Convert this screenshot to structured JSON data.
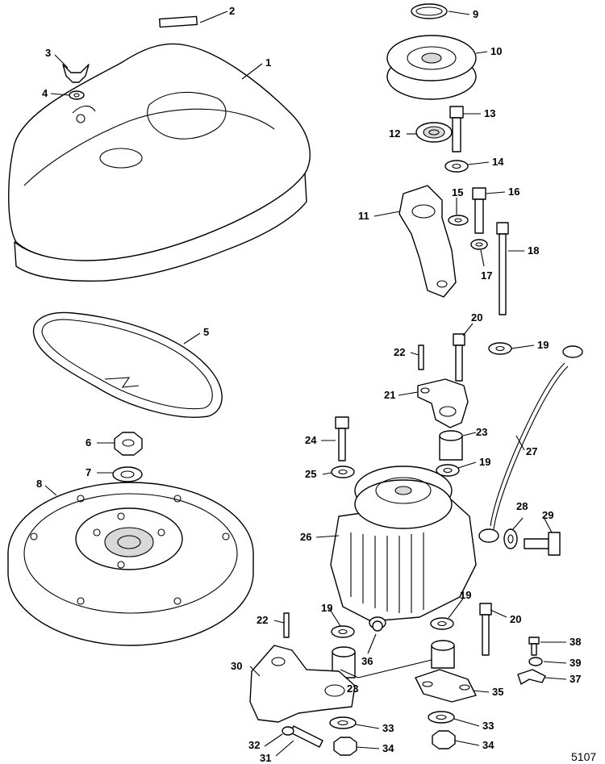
{
  "figure_number": "5107",
  "callouts": [
    "1",
    "2",
    "3",
    "4",
    "5",
    "6",
    "7",
    "8",
    "9",
    "10",
    "11",
    "12",
    "13",
    "14",
    "15",
    "16",
    "17",
    "18",
    "19",
    "19",
    "19",
    "19",
    "20",
    "20",
    "21",
    "22",
    "22",
    "23",
    "23",
    "24",
    "25",
    "26",
    "27",
    "28",
    "29",
    "30",
    "31",
    "32",
    "33",
    "33",
    "34",
    "34",
    "35",
    "36",
    "37",
    "38",
    "39"
  ]
}
